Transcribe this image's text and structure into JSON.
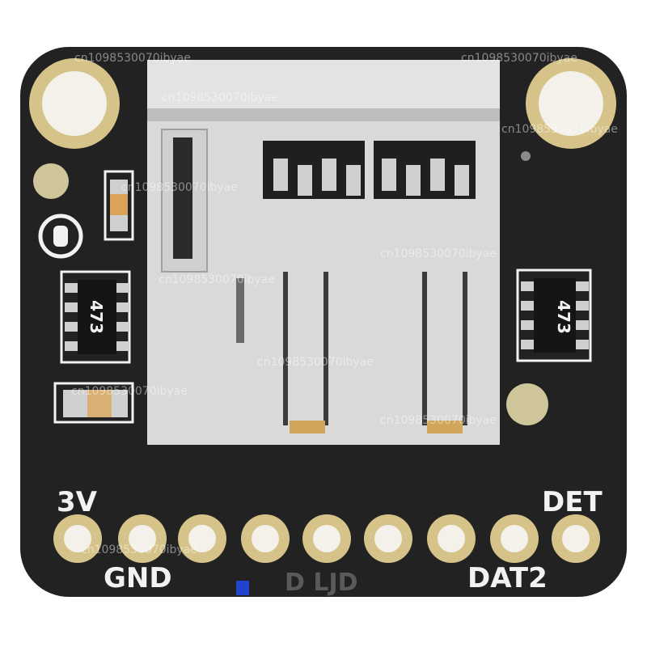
{
  "board": {
    "pin_labels": {
      "left_top": "3V",
      "left_bottom": "GND",
      "right_top": "DET",
      "right_bottom": "DAT2"
    },
    "faint_bottom_label": "D LJD",
    "ic_left_marking": "473",
    "ic_right_marking": "473",
    "pin_count": 9
  },
  "watermark": {
    "text": "cn1098530070ibyae"
  },
  "colors": {
    "pcb": "#222222",
    "gold": "#d6c38a",
    "slot_metal": "#d9d9d9",
    "silkscreen": "#f2f2f2"
  }
}
